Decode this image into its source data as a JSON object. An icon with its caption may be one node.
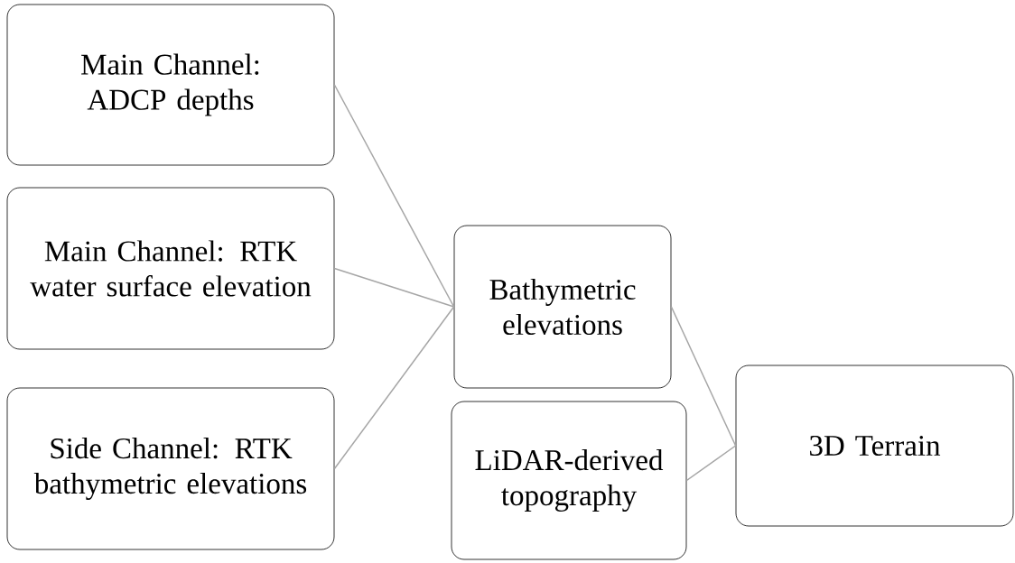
{
  "diagram": {
    "nodes": [
      {
        "text": [
          "Main Channel: ADCP depths"
        ]
      },
      {
        "text": [
          "Main Channel: RTK water surface elevation"
        ]
      },
      {
        "text": [
          "Side Channel: RTK bathymetric elevations"
        ]
      },
      {
        "text": [
          "Bathymetric elevations"
        ]
      },
      {
        "text": [
          "LiDAR-derived topography"
        ]
      },
      {
        "text": [
          "3D Terrain"
        ]
      }
    ],
    "edges": [
      {
        "from": 0,
        "to": 3,
        "arrow": "none"
      },
      {
        "from": 1,
        "to": 3,
        "arrow": "none"
      },
      {
        "from": 2,
        "to": 3,
        "arrow": "none"
      },
      {
        "from": 3,
        "to": 5,
        "arrow": "none"
      },
      {
        "from": 4,
        "to": 5,
        "arrow": "none"
      }
    ]
  }
}
